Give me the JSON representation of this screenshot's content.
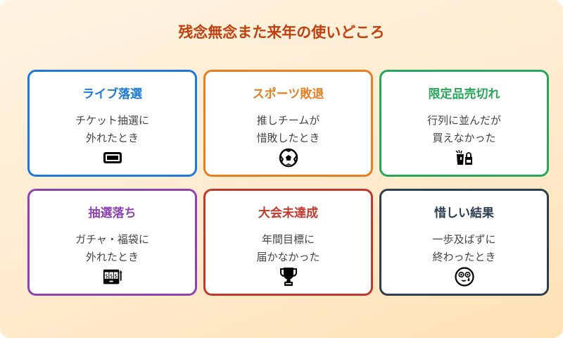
{
  "title": "残念無念また来年の使いどころ",
  "colors": {
    "title": "#c0400f",
    "background_start": "#fff3e1",
    "background_end": "#ffe1b5"
  },
  "cards": [
    {
      "title": "ライブ落選",
      "desc_line1": "チケット抽選に",
      "desc_line2": "外れたとき",
      "icon": "ticket-icon",
      "color": "#1e7ad6"
    },
    {
      "title": "スポーツ敗退",
      "desc_line1": "推しチームが",
      "desc_line2": "惜敗したとき",
      "icon": "soccer-ball-icon",
      "color": "#e67e22"
    },
    {
      "title": "限定品売切れ",
      "desc_line1": "行列に並んだが",
      "desc_line2": "買えなかった",
      "icon": "shopping-bags-icon",
      "color": "#27a55a"
    },
    {
      "title": "抽選落ち",
      "desc_line1": "ガチャ・福袋に",
      "desc_line2": "外れたとき",
      "icon": "slot-machine-icon",
      "color": "#8e44ad"
    },
    {
      "title": "大会未達成",
      "desc_line1": "年間目標に",
      "desc_line2": "届かなかった",
      "icon": "trophy-icon",
      "color": "#c0392b"
    },
    {
      "title": "惜しい結果",
      "desc_line1": "一歩及ばずに",
      "desc_line2": "終わったとき",
      "icon": "crying-face-icon",
      "color": "#2c3e50"
    }
  ]
}
